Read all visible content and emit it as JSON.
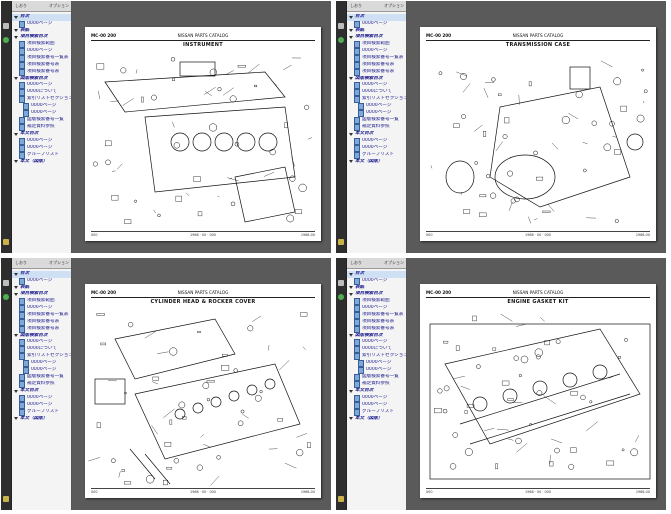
{
  "bookmarks": {
    "toolbar_label": "しおり",
    "options_label": "オプション",
    "items": [
      {
        "label": "目次",
        "level": 0,
        "icon": "tri"
      },
      {
        "label": "0000ページ",
        "level": 1,
        "icon": "page"
      },
      {
        "label": "表紙",
        "level": 0,
        "icon": "tri"
      },
      {
        "label": "項目検索目次",
        "level": 0,
        "icon": "tri"
      },
      {
        "label": "項目検索範囲",
        "level": 1,
        "icon": "page"
      },
      {
        "label": "0000ページ",
        "level": 1,
        "icon": "page"
      },
      {
        "label": "項目検索番号一覧表",
        "level": 1,
        "icon": "page"
      },
      {
        "label": "項目検索番号表",
        "level": 1,
        "icon": "page"
      },
      {
        "label": "項目検索番号表",
        "level": 1,
        "icon": "page"
      },
      {
        "label": "図版検索目次",
        "level": 0,
        "icon": "tri"
      },
      {
        "label": "0000ページ",
        "level": 1,
        "icon": "page"
      },
      {
        "label": "0000について",
        "level": 1,
        "icon": "page"
      },
      {
        "label": "索引リストセクション",
        "level": 1,
        "icon": "page"
      },
      {
        "label": "0000ページ",
        "level": 2,
        "icon": "page"
      },
      {
        "label": "0000ページ",
        "level": 2,
        "icon": "page"
      },
      {
        "label": "図版検索番号一覧",
        "level": 1,
        "icon": "page"
      },
      {
        "label": "補足資料参照",
        "level": 1,
        "icon": "page"
      },
      {
        "label": "本文目次",
        "level": 0,
        "icon": "tri"
      },
      {
        "label": "0000ページ",
        "level": 1,
        "icon": "page"
      },
      {
        "label": "0000ページ",
        "level": 1,
        "icon": "page"
      },
      {
        "label": "グループリスト",
        "level": 1,
        "icon": "page"
      },
      {
        "label": "本文（図版）",
        "level": 0,
        "icon": "tri"
      }
    ]
  },
  "panes": [
    {
      "page_code": "MC-00 200",
      "catalog": "NISSAN PARTS CATALOG",
      "title": "INSTRUMENT",
      "subtitle": "",
      "footer_left": "000",
      "footer_center": "1968 · 00 · 000",
      "footer_right": "1968-00",
      "drawing": "instrument-panel-exploded-view"
    },
    {
      "page_code": "MC-00 200",
      "catalog": "NISSAN PARTS CATALOG",
      "title": "TRANSMISSION CASE",
      "subtitle": "",
      "footer_left": "000",
      "footer_center": "1968 · 00 · 000",
      "footer_right": "1968-00",
      "drawing": "transmission-case-exploded-view"
    },
    {
      "page_code": "MC-00 200",
      "catalog": "NISSAN PARTS CATALOG",
      "title": "CYLINDER HEAD & ROCKER COVER",
      "subtitle": "",
      "footer_left": "000",
      "footer_center": "1968 · 00 · 000",
      "footer_right": "1968-00",
      "drawing": "cylinder-head-exploded-view"
    },
    {
      "page_code": "MC-00 200",
      "catalog": "NISSAN PARTS CATALOG",
      "title": "ENGINE GASKET KIT",
      "subtitle": "",
      "footer_left": "000",
      "footer_center": "1968 · 00 · 000",
      "footer_right": "1968-00",
      "drawing": "engine-gasket-kit-exploded-view"
    }
  ],
  "colors": {
    "app_background": "#3a3a3a",
    "bookmark_text": "#1a1a8c",
    "bookmark_panel": "#f4f4f4"
  }
}
